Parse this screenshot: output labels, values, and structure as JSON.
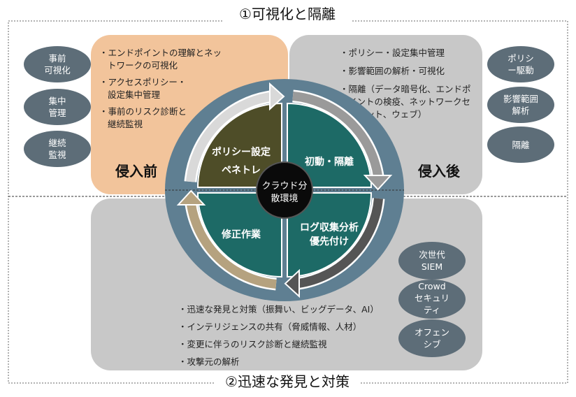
{
  "titles": {
    "top": "①可視化と隔離",
    "bottom": "②迅速な発見と対策"
  },
  "phases": {
    "before": "侵入前",
    "after": "侵入後"
  },
  "before_bullets": [
    [
      "・エンドポイントの理解とネッ",
      "トワークの可視化"
    ],
    [
      "・アクセスポリシー・",
      "設定集中管理"
    ],
    [
      "・事前のリスク診断と",
      "継続監視"
    ]
  ],
  "after_bullets": [
    [
      "・ポリシー・設定集中管理"
    ],
    [
      "・影響範囲の解析・可視化"
    ],
    [
      "・隔離（データ暗号化、エンドポ",
      "イントの検疫、ネットワークセ",
      "グメント、ウェブ）"
    ]
  ],
  "response_bullets": [
    "・迅速な発見と対策（振舞い、ビッグデータ、AI）",
    "・インテリジェンスの共有（脅威情報、人材）",
    "・変更に伴うのリスク診断と継続監視",
    "・攻撃元の解析"
  ],
  "left_pills": [
    [
      "事前",
      "可視化"
    ],
    [
      "集中",
      "管理"
    ],
    [
      "継続",
      "監視"
    ]
  ],
  "right_pills": [
    [
      "ポリシ",
      "ー駆動"
    ],
    [
      "影響範囲",
      "解析"
    ],
    [
      "隔離"
    ]
  ],
  "bottom_pills": [
    [
      "次世代",
      "SIEM"
    ],
    [
      "Crowd",
      "セキュリ",
      "ティ"
    ],
    [
      "オフェン",
      "シブ"
    ]
  ],
  "cycle": {
    "center": [
      "クラウド分",
      "散環境"
    ],
    "q1": [
      "ポリシー設定",
      "ペネトレ"
    ],
    "q2": [
      "初動・隔離"
    ],
    "q3": [
      "ログ収集分析",
      "優先付け"
    ],
    "q4": [
      "修正作業"
    ]
  },
  "colors": {
    "before_bg": "#f2c49b",
    "after_bg": "#c8c8c8",
    "pill": "#5d6d78",
    "ring": "#5f7f92",
    "teal": "#1d6a66",
    "olive": "#4e4d28"
  }
}
